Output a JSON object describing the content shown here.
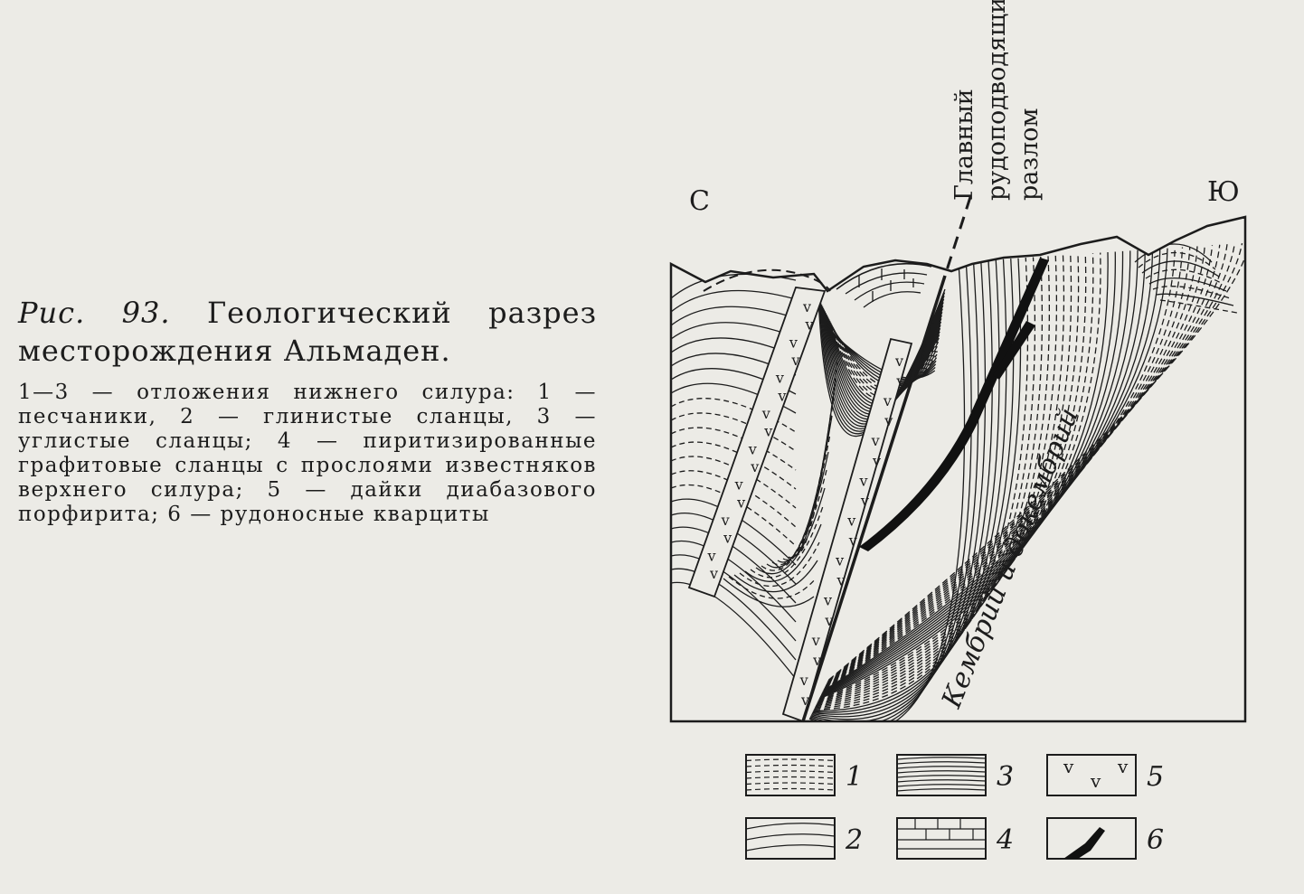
{
  "caption": {
    "fig_label": "Рис. 93.",
    "title": "Геологический разрез месторождения Альмаден.",
    "legend_text": "1—3 — отложения нижнего силура: 1 — песчаники, 2 — глинистые сланцы, 3 — углистые сланцы; 4 — пиритизированные графитовые сланцы с прослоями известняков верхнего силура; 5 — дайки диабазового порфирита; 6 — рудоносные кварциты"
  },
  "section": {
    "north_label": "С",
    "south_label": "Ю",
    "fault_label_line1": "Главный",
    "fault_label_line2": "рудоподводящий",
    "fault_label_line3": "разлом",
    "basement_label": "Кембрий и докембрий"
  },
  "legend_keys": [
    {
      "num": "1",
      "pattern": "sandstone"
    },
    {
      "num": "2",
      "pattern": "clay-shale"
    },
    {
      "num": "3",
      "pattern": "carbonaceous-shale"
    },
    {
      "num": "4",
      "pattern": "graphite-shale-limestone"
    },
    {
      "num": "5",
      "pattern": "diabase-dike"
    },
    {
      "num": "6",
      "pattern": "ore-quartzite"
    }
  ]
}
